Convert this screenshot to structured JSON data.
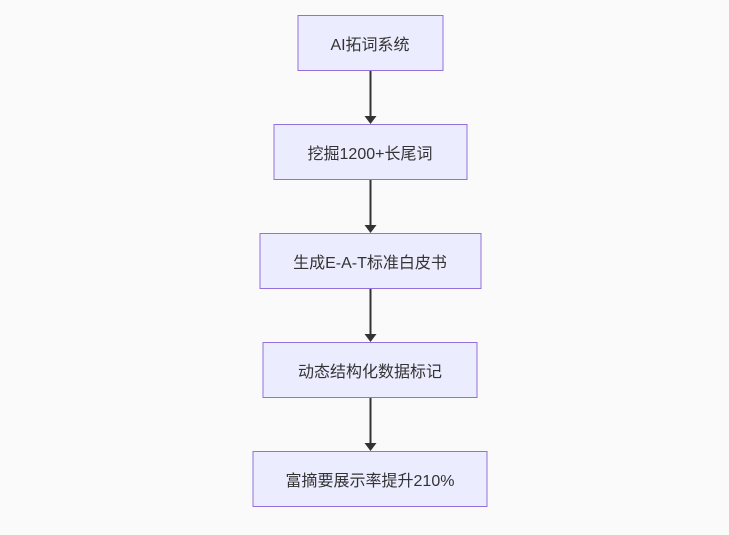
{
  "flowchart": {
    "type": "flowchart",
    "direction": "top-down",
    "colors": {
      "canvas_background": "#fafafa",
      "node_fill": "#ececff",
      "node_border": "#9370db",
      "node_text": "#333333",
      "edge_line": "#333333",
      "arrowhead": "#333333"
    },
    "nodes": [
      {
        "id": "step-1",
        "label": "AI拓词系统"
      },
      {
        "id": "step-2",
        "label": "挖掘1200+长尾词"
      },
      {
        "id": "step-3",
        "label": "生成E-A-T标准白皮书"
      },
      {
        "id": "step-4",
        "label": "动态结构化数据标记"
      },
      {
        "id": "step-5",
        "label": "富摘要展示率提升210%"
      }
    ],
    "edges": [
      {
        "from": "step-1",
        "to": "step-2"
      },
      {
        "from": "step-2",
        "to": "step-3"
      },
      {
        "from": "step-3",
        "to": "step-4"
      },
      {
        "from": "step-4",
        "to": "step-5"
      }
    ]
  }
}
